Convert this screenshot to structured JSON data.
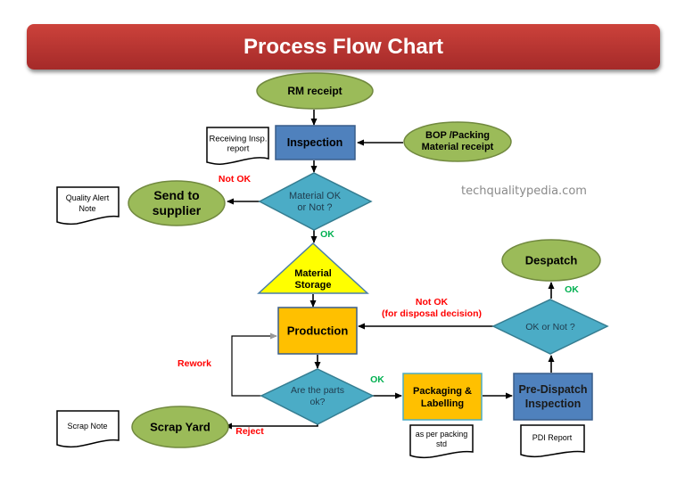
{
  "title": "Process Flow Chart",
  "watermark": "techqualitypedia.com",
  "colors": {
    "header": "#b8332f",
    "terminal_fill": "#9bbb59",
    "process_blue": "#4f81bd",
    "process_orange": "#ffc000",
    "decision_fill": "#4bacc6",
    "storage_fill": "#ffff00",
    "label_red": "#ff0000",
    "label_green": "#00b050"
  },
  "nodes": {
    "rm_receipt": "RM receipt",
    "inspection": "Inspection",
    "bop_line1": "BOP /Packing",
    "bop_line2": "Material receipt",
    "receiving_doc_line1": "Receiving Insp.",
    "receiving_doc_line2": "report",
    "material_decision_line1": "Material OK",
    "material_decision_line2": "or Not ?",
    "send_supplier_line1": "Send to",
    "send_supplier_line2": "supplier",
    "quality_alert_line1": "Quality Alert",
    "quality_alert_line2": "Note",
    "storage_line1": "Material",
    "storage_line2": "Storage",
    "production": "Production",
    "parts_decision_line1": "Are the parts",
    "parts_decision_line2": "ok?",
    "scrap_yard": "Scrap Yard",
    "scrap_note": "Scrap Note",
    "packaging_line1": "Packaging &",
    "packaging_line2": "Labelling",
    "packing_doc_line1": "as per packing",
    "packing_doc_line2": "std",
    "predispatch_line1": "Pre-Dispatch",
    "predispatch_line2": "Inspection",
    "pdi_report": "PDI Report",
    "final_decision": "OK or Not ?",
    "despatch": "Despatch"
  },
  "edge_labels": {
    "not_ok_supplier": "Not OK",
    "ok_storage": "OK",
    "not_ok_disposal_line1": "Not OK",
    "not_ok_disposal_line2": "(for disposal decision)",
    "ok_despatch": "OK",
    "rework": "Rework",
    "ok_packaging": "OK",
    "reject": "Reject"
  }
}
